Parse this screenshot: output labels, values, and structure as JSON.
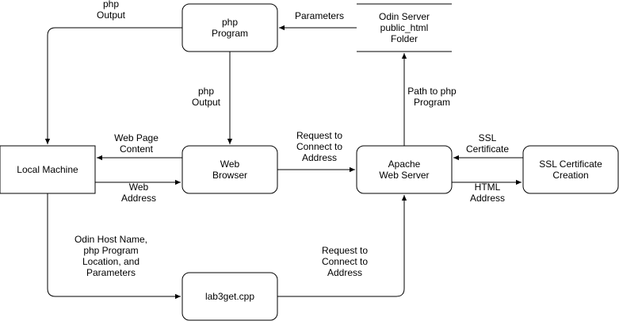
{
  "diagram": {
    "nodes": {
      "php_program": [
        "php",
        "Program"
      ],
      "odin_server": [
        "Odin Server",
        "public_html",
        "Folder"
      ],
      "local_machine": [
        "Local Machine"
      ],
      "web_browser": [
        "Web",
        "Browser"
      ],
      "apache": [
        "Apache",
        "Web Server"
      ],
      "ssl_creation": [
        "SSL Certificate",
        "Creation"
      ],
      "lab3get": [
        "lab3get.cpp"
      ]
    },
    "edges": {
      "php_output_top": [
        "php",
        "Output"
      ],
      "parameters": [
        "Parameters"
      ],
      "php_output_mid": [
        "php",
        "Output"
      ],
      "path_to_php": [
        "Path to php",
        "Program"
      ],
      "web_page_content": [
        "Web Page",
        "Content"
      ],
      "web_address": [
        "Web",
        "Address"
      ],
      "request_top": [
        "Request to",
        "Connect to",
        "Address"
      ],
      "ssl_certificate": [
        "SSL",
        "Certificate"
      ],
      "html_address": [
        "HTML",
        "Address"
      ],
      "odin_host": [
        "Odin Host Name,",
        "php Program",
        "Location, and",
        "Parameters"
      ],
      "request_bottom": [
        "Request to",
        "Connect to",
        "Address"
      ]
    }
  }
}
